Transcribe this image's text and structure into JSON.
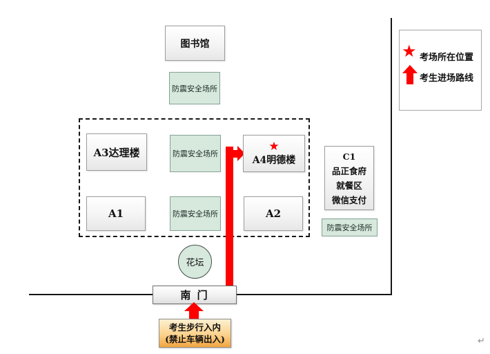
{
  "labels": {
    "library": "图书馆",
    "safety": "防震安全场所",
    "flowerbed": "花坛",
    "gate": "南 门"
  },
  "buildings": {
    "a3": "A3达理楼",
    "a4": "A4明德楼",
    "a1": "A1",
    "a2": "A2"
  },
  "c1": {
    "lines": [
      "C1",
      "品正食府",
      "就餐区",
      "微信支付"
    ]
  },
  "legend": {
    "items": [
      {
        "icon": "star-icon",
        "label": "考场所在位置"
      },
      {
        "icon": "arrow-up-icon",
        "label": "考生进场路线"
      }
    ]
  },
  "notice": {
    "line1": "考生步行入内",
    "line2": "(禁止车辆出入)"
  },
  "marks": {
    "star": "★",
    "return": "↵"
  },
  "colors": {
    "route_red": "#fe0000",
    "safety_green": "#d7e8dd",
    "notice_orange": "#f2a440",
    "line_black": "#141414"
  }
}
